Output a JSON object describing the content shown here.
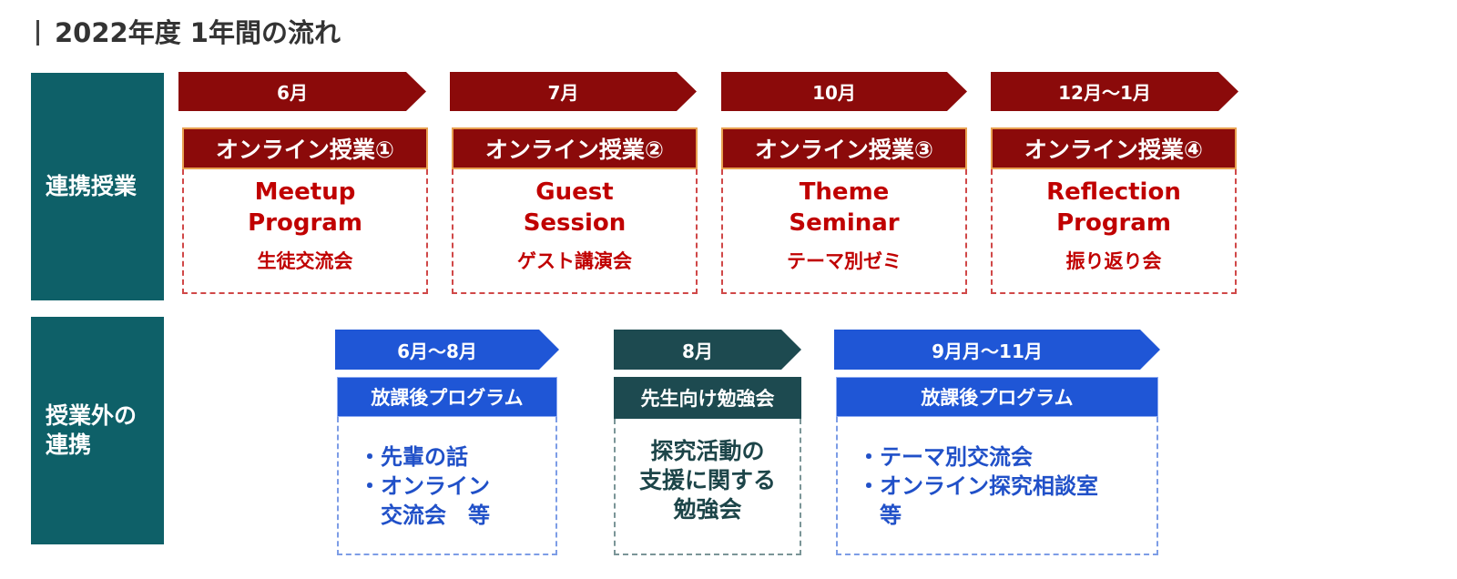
{
  "title": "2022年度 1年間の流れ",
  "colors": {
    "teal": "#0e6068",
    "dark_red": "#8b0a0a",
    "red_text": "#c00000",
    "header_outline": "#e8a050",
    "blue": "#1f56d6",
    "blue_text": "#2050c8",
    "dark_teal": "#1d4a50",
    "dark_teal_text": "#1d4549"
  },
  "rows": {
    "classes": {
      "label": "連携授業"
    },
    "outside": {
      "label_lines": [
        "授業外の",
        "連携"
      ]
    }
  },
  "classes": [
    {
      "month": "6月",
      "header": "オンライン授業①",
      "title_lines": [
        "Meetup",
        "Program"
      ],
      "subtitle": "生徒交流会"
    },
    {
      "month": "7月",
      "header": "オンライン授業②",
      "title_lines": [
        "Guest",
        "Session"
      ],
      "subtitle": "ゲスト講演会"
    },
    {
      "month": "10月",
      "header": "オンライン授業③",
      "title_lines": [
        "Theme",
        "Seminar"
      ],
      "subtitle": "テーマ別ゼミ"
    },
    {
      "month": "12月～1月",
      "header": "オンライン授業④",
      "title_lines": [
        "Reflection",
        "Program"
      ],
      "subtitle": "振り返り会"
    }
  ],
  "outside": [
    {
      "month": "6月～8月",
      "header": "放課後プログラム",
      "bullet": "・",
      "items": [
        [
          "先輩の話"
        ],
        [
          "オンライン",
          "交流会　等"
        ]
      ]
    },
    {
      "month": "8月",
      "header": "先生向け勉強会",
      "lines": [
        "探究活動の",
        "支援に関する",
        "勉強会"
      ]
    },
    {
      "month": "9月月～11月",
      "header": "放課後プログラム",
      "bullet": "・",
      "items": [
        [
          "テーマ別交流会"
        ],
        [
          "オンライン探究相談室",
          "等"
        ]
      ]
    }
  ]
}
